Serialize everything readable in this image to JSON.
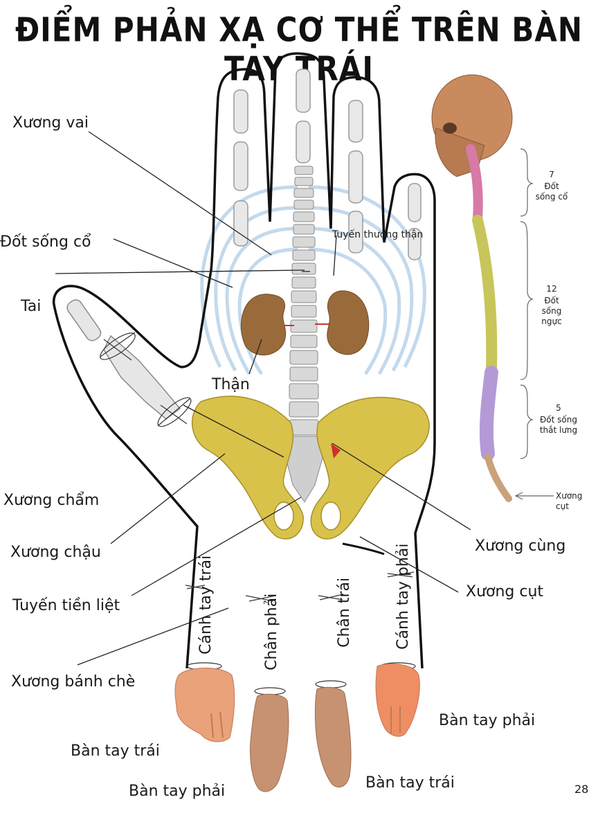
{
  "title": "ĐIỂM PHẢN XẠ CƠ THỂ TRÊN BÀN TAY TRÁI",
  "labels": {
    "xuong_vai": "Xương vai",
    "dot_song_co": "Đốt sống cổ",
    "tai": "Tai",
    "than": "Thận",
    "tuyen_thuong_than": "Tuyến thượng thận",
    "xuong_cham": "Xương chẩm",
    "xuong_chau": "Xương chậu",
    "tuyen_tien_liet": "Tuyến tiền liệt",
    "xuong_banh_che": "Xương bánh chè",
    "xuong_cung": "Xương cùng",
    "xuong_cut": "Xương cụt",
    "ban_tay_phai_right": "Bàn tay phải",
    "ban_tay_trai_left": "Bàn tay trái",
    "ban_tay_phai_bottom": "Bàn tay phải",
    "ban_tay_trai_bottom": "Bàn tay trái"
  },
  "wrist_labels": {
    "canh_tay_trai": "Cánh tay trái",
    "chan_phai": "Chân phải",
    "chan_trai": "Chân trái",
    "canh_tay_phai": "Cánh tay phải"
  },
  "spine_legend": {
    "cervical_count": "7",
    "cervical_text": "Đốt sống cổ",
    "thoracic_count": "12",
    "thoracic_text": "Đốt sống ngực",
    "lumbar_count": "5",
    "lumbar_text": "Đốt sống thắt lưng",
    "coccyx_text": "Xương cụt"
  },
  "page_number": "28",
  "colors": {
    "kidney": "#9a6b3a",
    "pelvis": "#d9c24a",
    "cervical": "#d77aa6",
    "thoracic": "#c8c55a",
    "lumbar": "#b39ad6",
    "skull": "#c98a5e",
    "ribs": "#b9d3ea",
    "skin": "#e9a27a"
  }
}
